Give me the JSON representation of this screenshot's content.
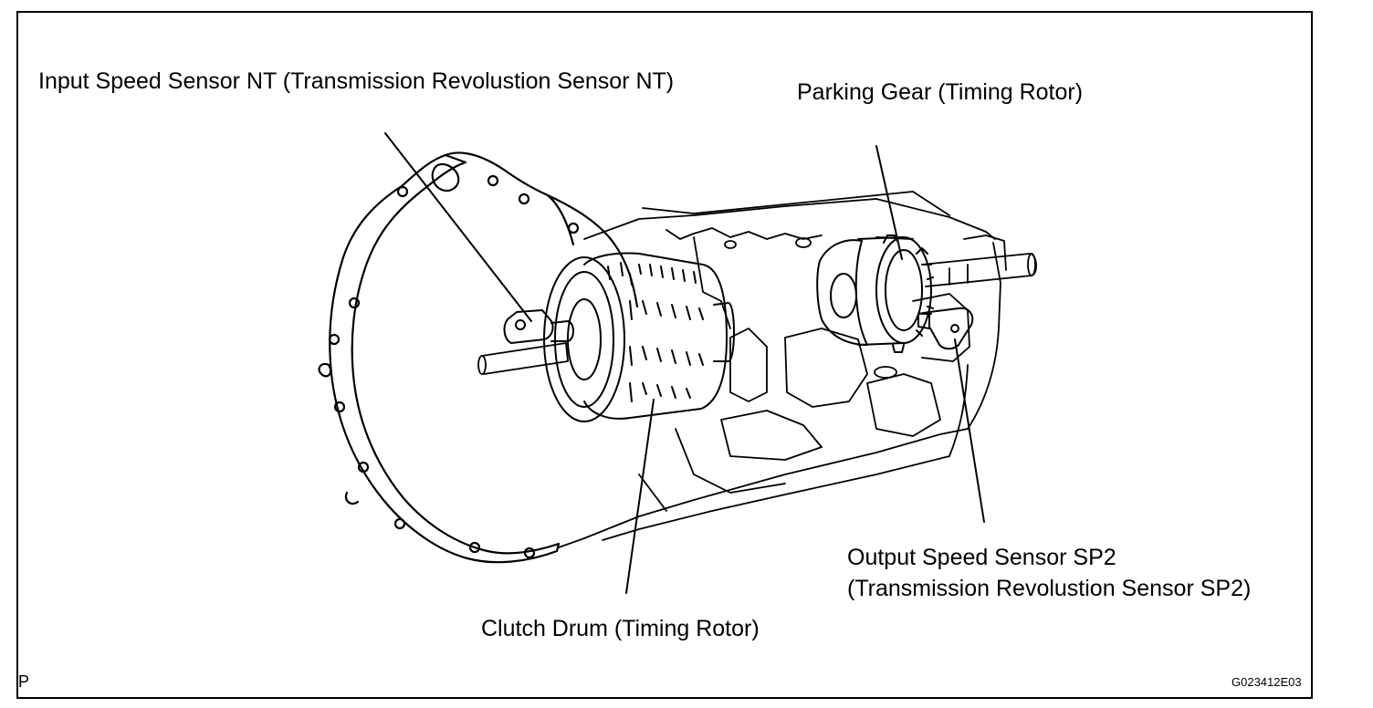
{
  "labels": {
    "input_speed_sensor": "Input Speed Sensor NT (Transmission Revolustion Sensor NT)",
    "parking_gear": "Parking Gear (Timing Rotor)",
    "output_speed_sensor_line1": "Output Speed Sensor SP2",
    "output_speed_sensor_line2": "(Transmission Revolustion Sensor SP2)",
    "clutch_drum": "Clutch Drum (Timing Rotor)"
  },
  "footer": {
    "left_mark": "P",
    "figure_code": "G023412E03"
  },
  "colors": {
    "ink": "#000000",
    "paper": "#ffffff"
  }
}
